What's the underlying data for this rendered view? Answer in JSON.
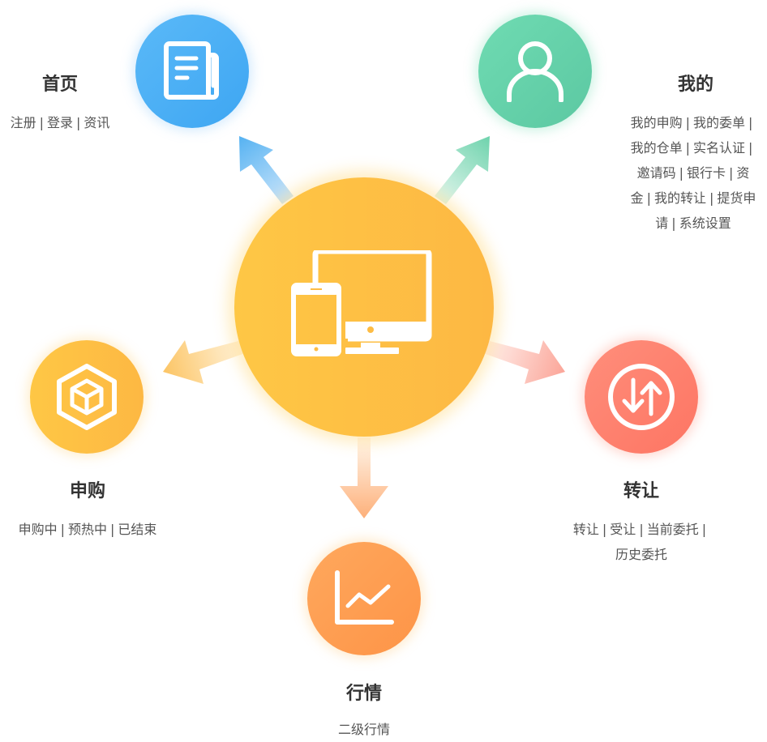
{
  "diagram": {
    "type": "hub-and-spoke feature map",
    "center": {
      "icon": "devices-icon",
      "color": "#fdbd44"
    },
    "modules": [
      {
        "id": "home",
        "title": "首页",
        "icon": "newspaper-icon",
        "color": "#4aaff5",
        "links": [
          "注册",
          "登录",
          "资讯"
        ]
      },
      {
        "id": "mine",
        "title": "我的",
        "icon": "user-icon",
        "color": "#65d1aa",
        "links": [
          "我的申购",
          "我的委单",
          "我的仓单",
          "实名认证",
          "邀请码",
          "银行卡",
          "资金",
          "我的转让",
          "提货申请",
          "系统设置"
        ]
      },
      {
        "id": "subscribe",
        "title": "申购",
        "icon": "box-icon",
        "color": "#fdbd44",
        "links": [
          "申购中",
          "预热中",
          "已结束"
        ]
      },
      {
        "id": "transfer",
        "title": "转让",
        "icon": "transfer-arrows-icon",
        "color": "#fd7f6d",
        "links": [
          "转让",
          "受让",
          "当前委托",
          "历史委托"
        ]
      },
      {
        "id": "market",
        "title": "行情",
        "icon": "line-chart-icon",
        "color": "#fe9d51",
        "links": [
          "二级行情"
        ]
      }
    ]
  },
  "lines": {
    "mine": [
      [
        "我的申购",
        "我的委单",
        ""
      ],
      [
        "我的仓单",
        "实名认证",
        ""
      ],
      [
        "邀请码",
        "银行卡",
        "资"
      ],
      [
        "金",
        "我的转让",
        "提货申"
      ],
      [
        "请",
        "系统设置"
      ]
    ],
    "transfer": [
      [
        "转让",
        "受让",
        "当前委托",
        ""
      ],
      [
        "历史委托"
      ]
    ]
  },
  "separator": "|"
}
